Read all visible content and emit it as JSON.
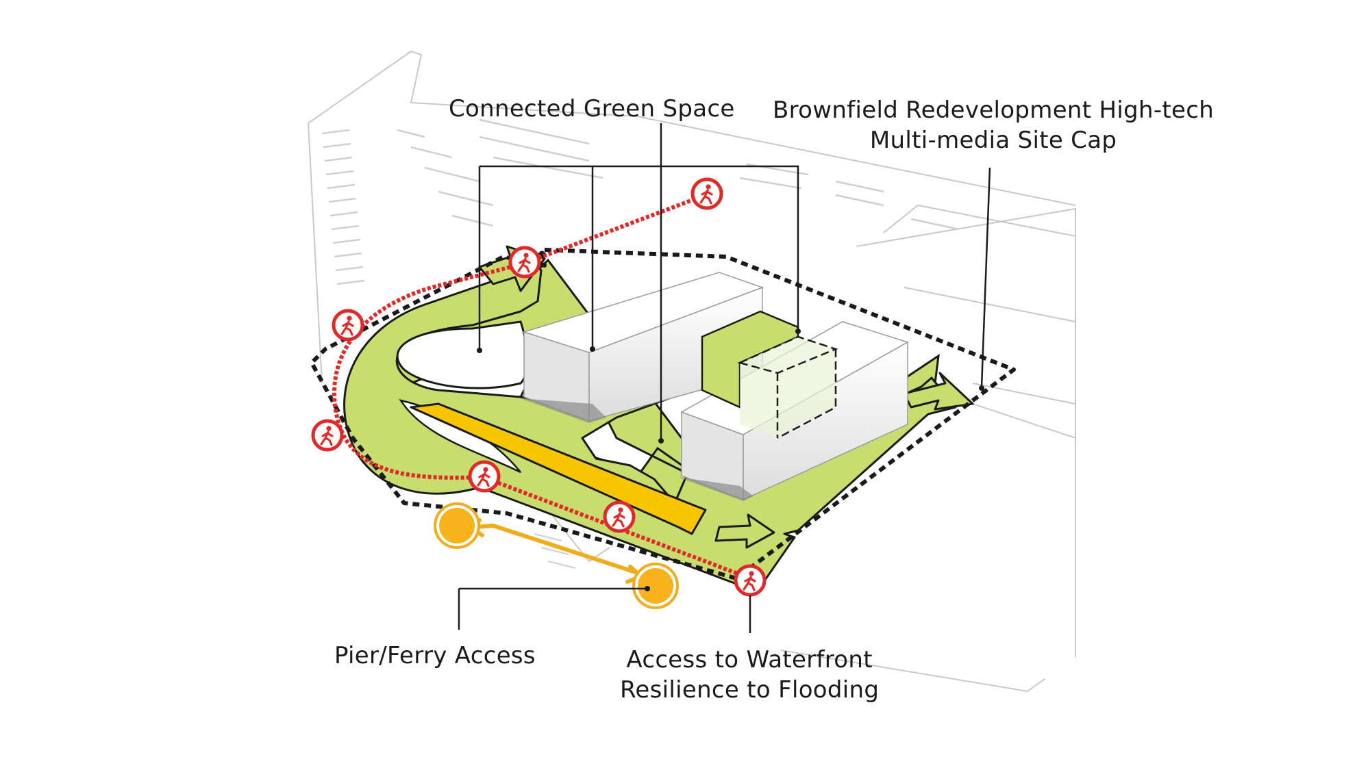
{
  "labels": {
    "connected_green_space": "Connected Green Space",
    "brownfield_line1": "Brownfield Redevelopment High-tech",
    "brownfield_line2": "Multi-media Site Cap",
    "pier_ferry_access": "Pier/Ferry Access",
    "waterfront_line1": "Access to Waterfront",
    "waterfront_line2": "Resilience to Flooding"
  },
  "icons": {
    "pedestrian": "pedestrian-icon",
    "ferry_stop": "ferry-stop-icon"
  },
  "colors": {
    "green_space": "#c9dd6f",
    "yellow_path": "#f7c600",
    "pedestrian_red": "#e02a2a",
    "ferry_orange": "#f0ac1d",
    "boundary": "#1a1a1a",
    "building": "#f4f4f4",
    "context_lines": "#c8c8c8"
  }
}
